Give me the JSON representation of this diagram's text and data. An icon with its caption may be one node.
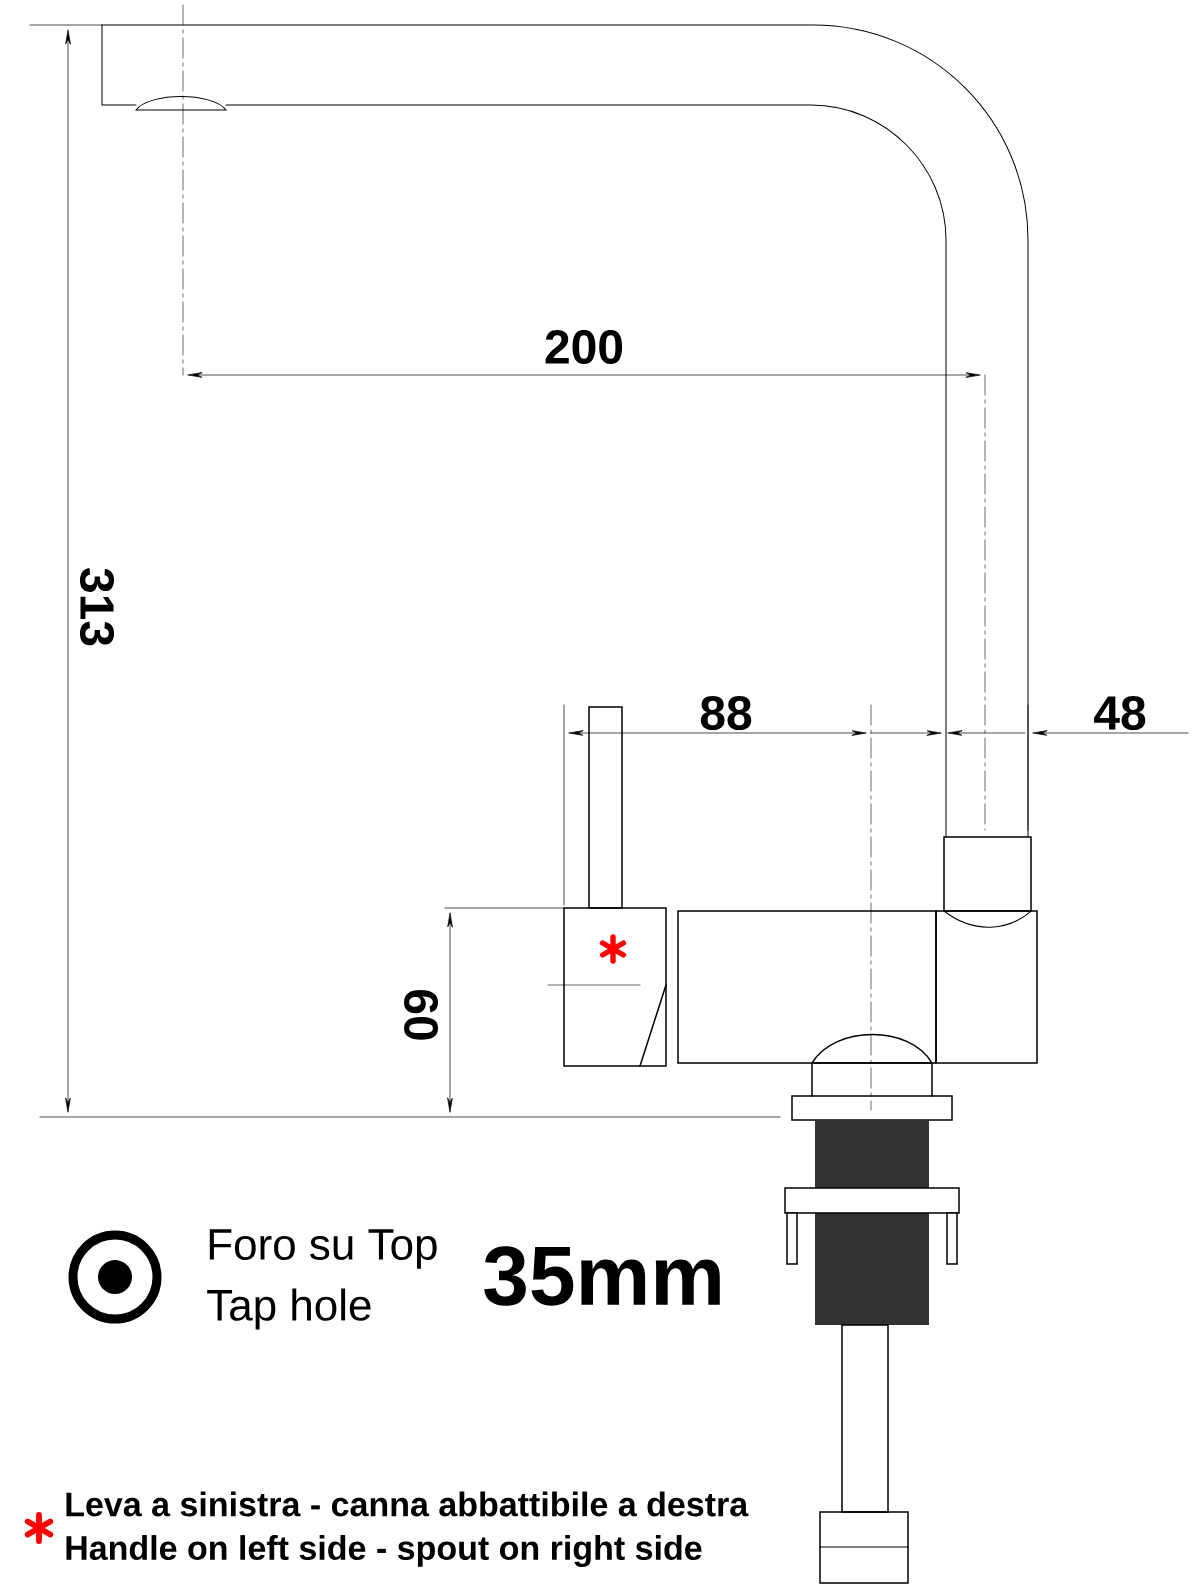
{
  "diagram": {
    "labels": [
      "200",
      "313",
      "88",
      "48",
      "60",
      "Foro su Top",
      "Tap hole",
      "35mm",
      "Leva a sinistra - canna abbattibile a destra",
      "Handle on left side - spout on right side"
    ]
  }
}
